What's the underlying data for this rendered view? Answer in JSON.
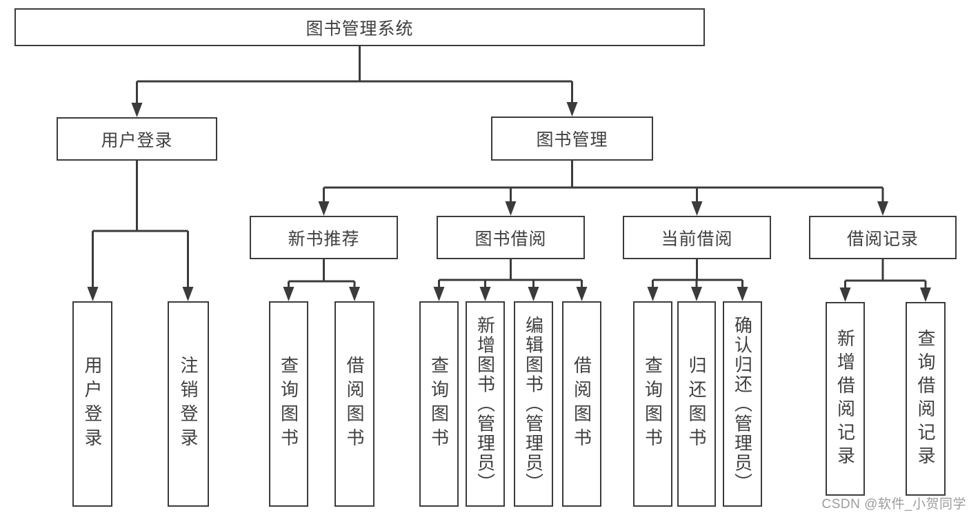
{
  "tree": {
    "root": "图书管理系统",
    "branches": [
      {
        "label": "用户登录",
        "leaves": [
          "用户登录",
          "注销登录"
        ]
      },
      {
        "label": "图书管理",
        "sections": [
          {
            "label": "新书推荐",
            "leaves": [
              "查询图书",
              "借阅图书"
            ]
          },
          {
            "label": "图书借阅",
            "leaves": [
              "查询图书",
              "新增图书（管理员）",
              "编辑图书（管理员）",
              "借阅图书"
            ]
          },
          {
            "label": "当前借阅",
            "leaves": [
              "查询图书",
              "归还图书",
              "确认归还（管理员）"
            ]
          },
          {
            "label": "借阅记录",
            "leaves": [
              "新增借阅记录",
              "查询借阅记录"
            ]
          }
        ]
      }
    ]
  },
  "watermark": {
    "text": "CSDN @软件_小贺同学"
  },
  "colors": {
    "line": "#3b3b3b",
    "text": "#3f3f3f",
    "wm": "#9c9c9c",
    "bg": "#ffffff"
  }
}
